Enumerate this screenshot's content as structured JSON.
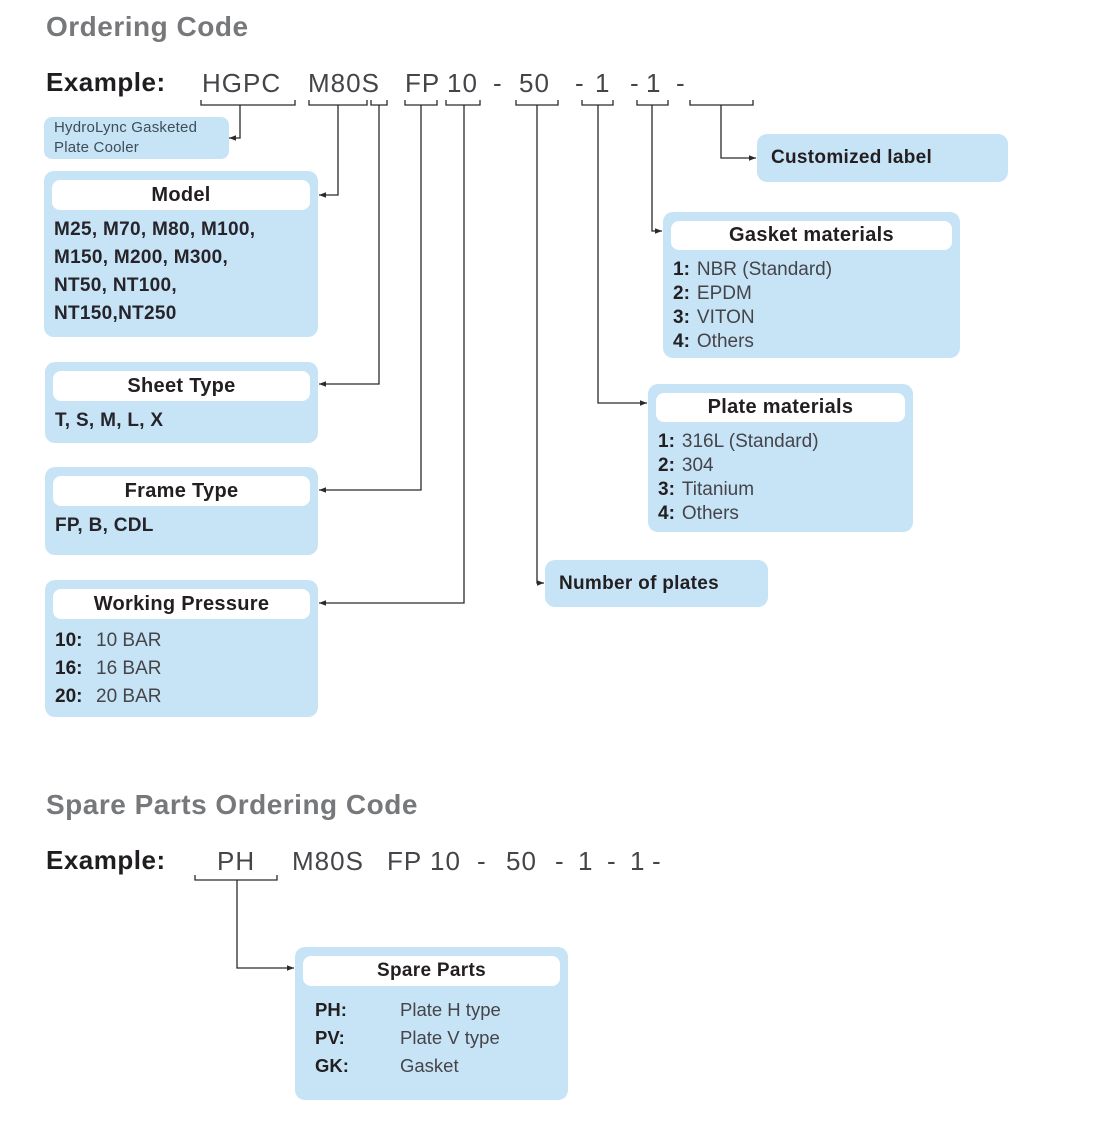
{
  "colors": {
    "box_blue": "#c7e4f7",
    "header_pill_white": "#ffffff",
    "title_gray": "#77787b",
    "text_dark": "#231f20",
    "code_text_gray": "#454449",
    "connector_line": "#2b2a2b"
  },
  "sections": {
    "ordering": {
      "title": "Ordering Code",
      "example_label": "Example:",
      "code_tokens": [
        "HGPC",
        "M80S",
        "FP",
        "10",
        "-",
        "50",
        "-",
        "1",
        "-",
        "1",
        "-"
      ]
    },
    "spare": {
      "title": "Spare Parts Ordering Code",
      "example_label": "Example:",
      "code_tokens": [
        "PH",
        "M80S",
        "FP",
        "10",
        "-",
        "50",
        "-",
        "1",
        "-",
        "1",
        "-"
      ]
    }
  },
  "boxes": {
    "product": {
      "line1": "HydroLync Gasketed",
      "line2": "Plate Cooler"
    },
    "model": {
      "title": "Model",
      "lines": [
        "M25, M70, M80, M100,",
        "M150, M200, M300,",
        "NT50, NT100,",
        "NT150,NT250"
      ]
    },
    "sheet_type": {
      "title": "Sheet Type",
      "content": "T, S, M, L, X"
    },
    "frame_type": {
      "title": "Frame Type",
      "content": "FP, B, CDL"
    },
    "working_pressure": {
      "title": "Working Pressure",
      "items": [
        {
          "code": "10:",
          "value": "10 BAR"
        },
        {
          "code": "16:",
          "value": "16 BAR"
        },
        {
          "code": "20:",
          "value": "20 BAR"
        }
      ]
    },
    "number_of_plates": {
      "title": "Number of plates"
    },
    "plate_materials": {
      "title": "Plate materials",
      "items": [
        {
          "code": "1:",
          "value": "316L (Standard)"
        },
        {
          "code": "2:",
          "value": "304"
        },
        {
          "code": "3:",
          "value": "Titanium"
        },
        {
          "code": "4:",
          "value": "Others"
        }
      ]
    },
    "gasket_materials": {
      "title": "Gasket materials",
      "items": [
        {
          "code": "1:",
          "value": "NBR (Standard)"
        },
        {
          "code": "2:",
          "value": "EPDM"
        },
        {
          "code": "3:",
          "value": "VITON"
        },
        {
          "code": "4:",
          "value": "Others"
        }
      ]
    },
    "customized_label": {
      "title": "Customized label"
    },
    "spare_parts": {
      "title": "Spare Parts",
      "items": [
        {
          "code": "PH:",
          "value": "Plate H type"
        },
        {
          "code": "PV:",
          "value": "Plate V type"
        },
        {
          "code": "GK:",
          "value": "Gasket"
        }
      ]
    }
  }
}
